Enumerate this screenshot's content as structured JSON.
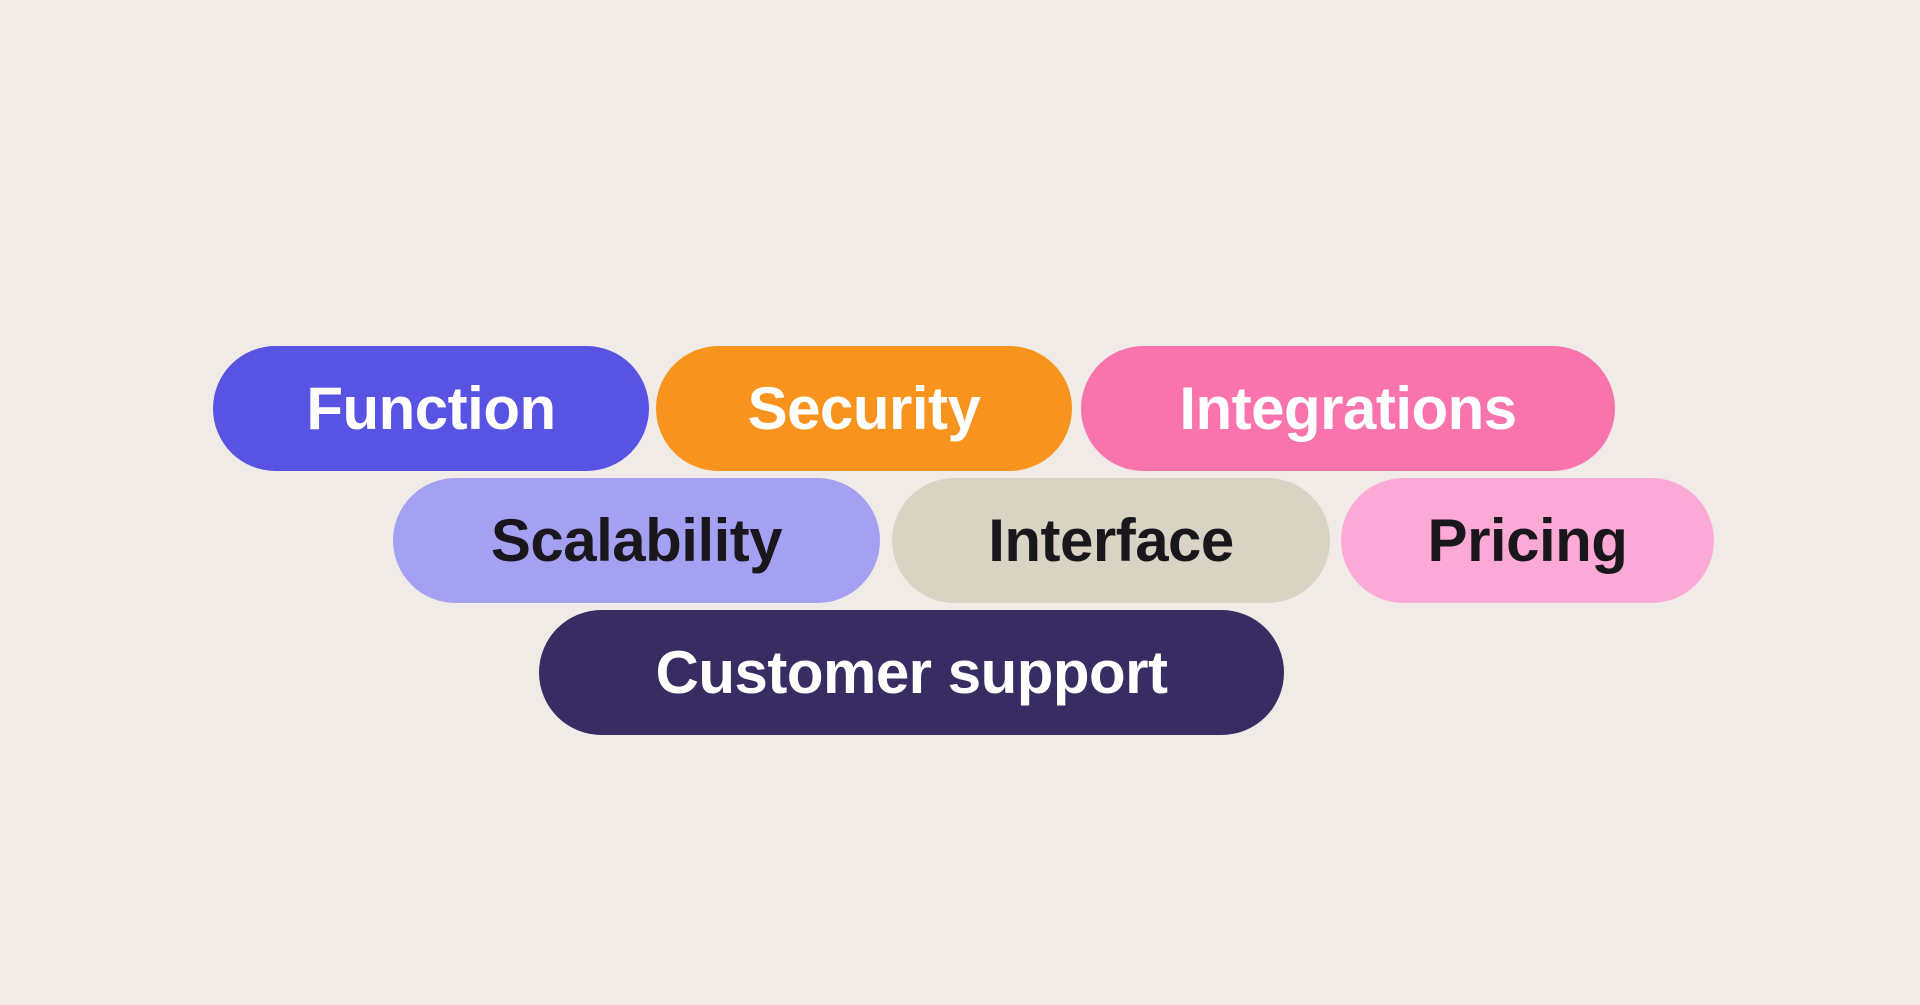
{
  "background_color": "#f0ebe7",
  "text_colors": {
    "light": "#ffffff",
    "dark": "#1a171c"
  },
  "tags": [
    {
      "label": "Function",
      "bg": "#5953e3",
      "text_color": "#ffffff"
    },
    {
      "label": "Security",
      "bg": "#f8941d",
      "text_color": "#ffffff"
    },
    {
      "label": "Integrations",
      "bg": "#f973ad",
      "text_color": "#ffffff"
    },
    {
      "label": "Scalability",
      "bg": "#a5a1f2",
      "text_color": "#1a171c"
    },
    {
      "label": "Interface",
      "bg": "#d8d3c2",
      "text_color": "#1a171c"
    },
    {
      "label": "Pricing",
      "bg": "#fda9d8",
      "text_color": "#1a171c"
    },
    {
      "label": "Customer support",
      "bg": "#382c62",
      "text_color": "#ffffff"
    }
  ]
}
